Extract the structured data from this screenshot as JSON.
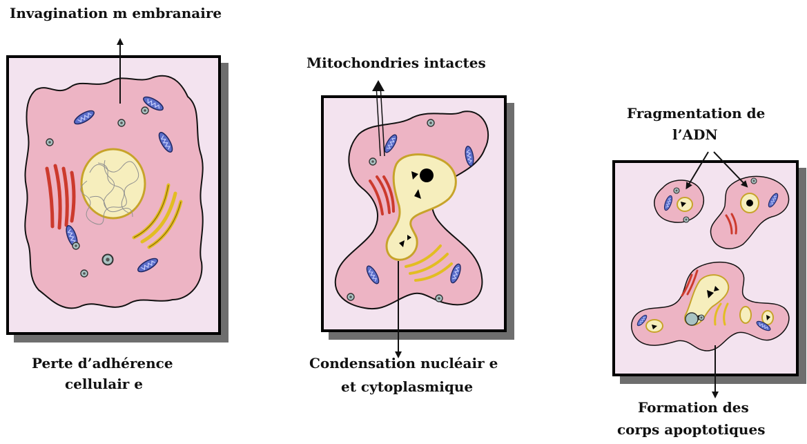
{
  "stage1": {
    "top_label": "Invagination m embranaire",
    "bottom_label_line1": "Perte d’adhérence",
    "bottom_label_line2": "cellulair e"
  },
  "stage2": {
    "top_label": "Mitochondries intactes",
    "bottom_label_line1": "Condensation nucléair e",
    "bottom_label_line2": "et cytoplasmique"
  },
  "stage3": {
    "top_label_line1": "Fragmentation de",
    "top_label_line2": "l’ADN",
    "bottom_label_line1": "Formation des",
    "bottom_label_line2": "corps apoptotiques"
  },
  "colors": {
    "cytoplasm": "#edb4c4",
    "panel_bg": "#f3e3ef",
    "nucleus": "#f6eebd",
    "mitochondria": "#5b6dc8",
    "reticulum": "#cc3a2d",
    "golgi": "#e2bd22",
    "vesicle": "#a9c3c3"
  }
}
